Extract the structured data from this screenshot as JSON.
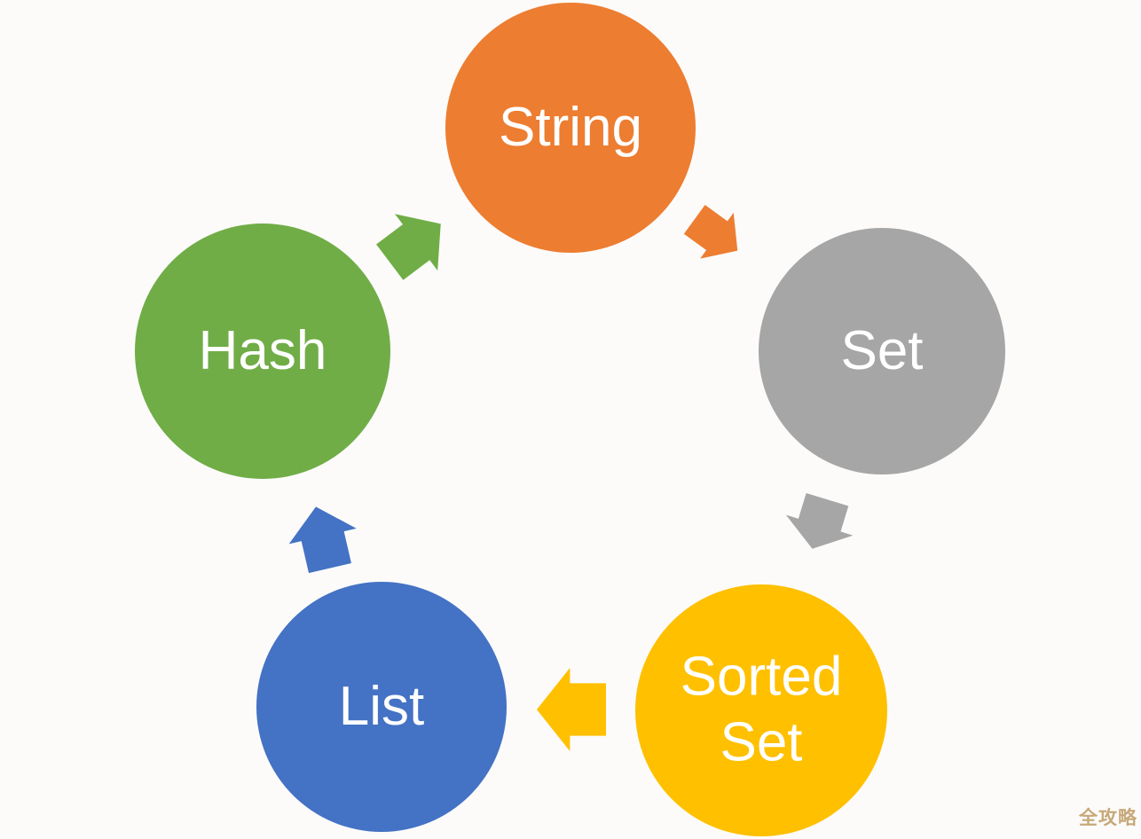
{
  "diagram": {
    "type": "cycle",
    "nodes": [
      {
        "id": "string",
        "label": "String",
        "color": "#ED7D31"
      },
      {
        "id": "set",
        "label": "Set",
        "color": "#A6A6A6"
      },
      {
        "id": "sorted-set",
        "label": "Sorted Set",
        "color": "#FFC000"
      },
      {
        "id": "list",
        "label": "List",
        "color": "#4472C4"
      },
      {
        "id": "hash",
        "label": "Hash",
        "color": "#70AD47"
      }
    ],
    "arrows": [
      {
        "from": "string",
        "to": "set",
        "color": "#ED7D31"
      },
      {
        "from": "set",
        "to": "sorted-set",
        "color": "#A6A6A6"
      },
      {
        "from": "sorted-set",
        "to": "list",
        "color": "#FFC000"
      },
      {
        "from": "list",
        "to": "hash",
        "color": "#4472C4"
      },
      {
        "from": "hash",
        "to": "string",
        "color": "#70AD47"
      }
    ],
    "text_color": "#FFFFFF",
    "background_color": "#FCFBFA"
  },
  "watermark": {
    "text": "全攻略",
    "color": "#C2A06C"
  }
}
